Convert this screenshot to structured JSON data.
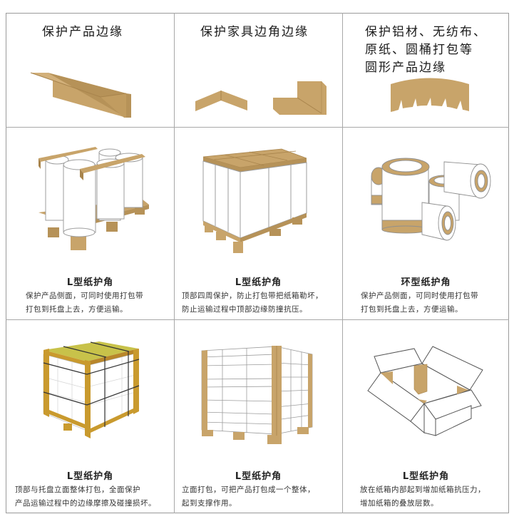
{
  "colors": {
    "kraft": "#c8a46a",
    "kraft_dark": "#a8844c",
    "kraft_gold": "#c99a2e",
    "grid_line": "#a8a8a8",
    "outline": "#6f6f6f"
  },
  "top_row": [
    {
      "title": "保护产品边缘",
      "illustration": "l-angle-edge-protector"
    },
    {
      "title": "保护家具边角边缘",
      "illustration": "corner-protectors"
    },
    {
      "title_lines": [
        "保护铝材、无纺布、",
        "原纸、圆桶打包等",
        "圆形产品边缘"
      ],
      "illustration": "curved-ring-protector"
    }
  ],
  "middle_row": [
    {
      "name": "L型纸护角",
      "desc_lines": [
        "保护产品侧面，可同时使用打包带",
        "打包到托盘上去，方便运输。"
      ],
      "illustration": "rolls-on-pallet"
    },
    {
      "name": "L型纸护角",
      "desc_lines": [
        "顶部四周保护，防止打包带把纸箱勒坏，",
        "防止运输过程中顶部边缘防撞抗压。"
      ],
      "illustration": "box-top-edges-pallet"
    },
    {
      "name": "环型纸护角",
      "desc_lines": [
        "保护产品侧面，可同时使用打包带",
        "打包到托盘上去，方便运输。"
      ],
      "illustration": "ring-protected-rolls"
    }
  ],
  "bottom_row": [
    {
      "name": "L型纸护角",
      "desc_lines": [
        "顶部与托盘立面整体打包，全面保护",
        "产品运输过程中的边缘摩擦及碰撞损坏。"
      ],
      "illustration": "full-wrapped-pallet"
    },
    {
      "name": "L型纸护角",
      "desc_lines": [
        "立面打包，可把产品打包成一个整体，",
        "起到支撑作用。"
      ],
      "illustration": "vertical-edges-pallet"
    },
    {
      "name": "L型纸护角",
      "desc_lines": [
        "放在纸箱内部起到增加纸箱抗压力，",
        "增加纸箱的叠放层数。"
      ],
      "illustration": "open-carton-inner-corners"
    }
  ]
}
